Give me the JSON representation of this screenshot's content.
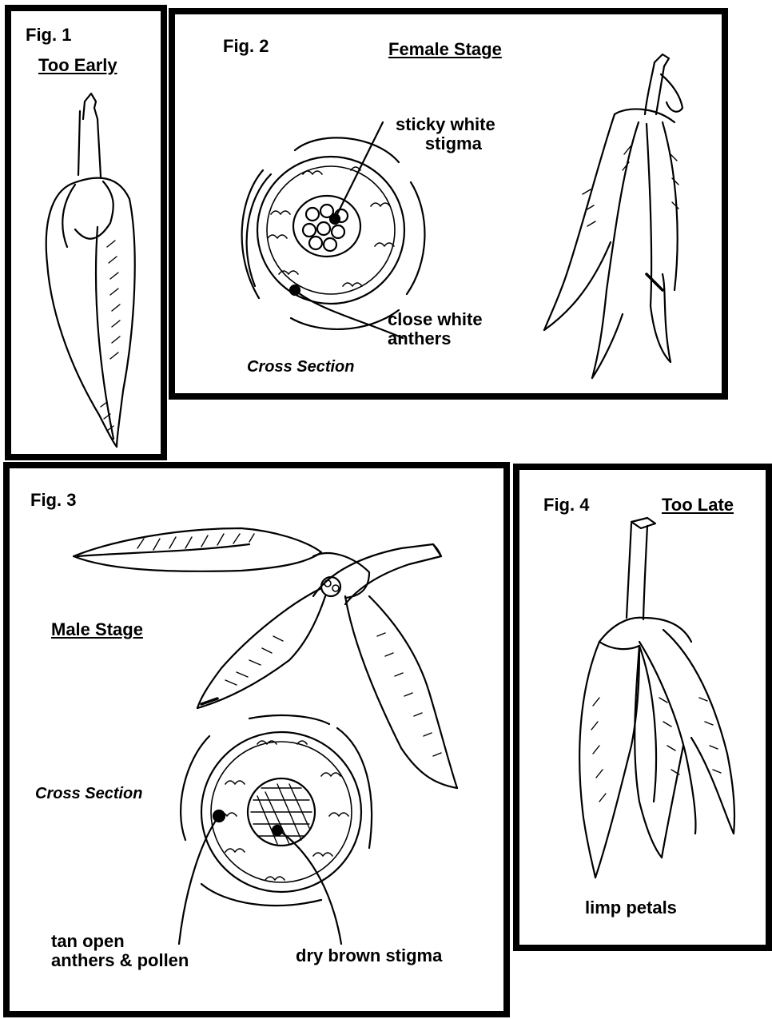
{
  "fig1": {
    "fig_label": "Fig. 1",
    "title": "Too Early"
  },
  "fig2": {
    "fig_label": "Fig. 2",
    "title": "Female Stage",
    "callouts": {
      "stigma": [
        "sticky white",
        "stigma"
      ],
      "anthers": [
        "close white",
        "anthers"
      ]
    },
    "cross_section": "Cross Section"
  },
  "fig3": {
    "fig_label": "Fig. 3",
    "title": "Male Stage",
    "cross_section": "Cross Section",
    "callouts": {
      "anthers": [
        "tan open",
        "anthers & pollen"
      ],
      "stigma": "dry brown stigma"
    }
  },
  "fig4": {
    "fig_label": "Fig. 4",
    "title": "Too Late",
    "caption": "limp petals"
  }
}
